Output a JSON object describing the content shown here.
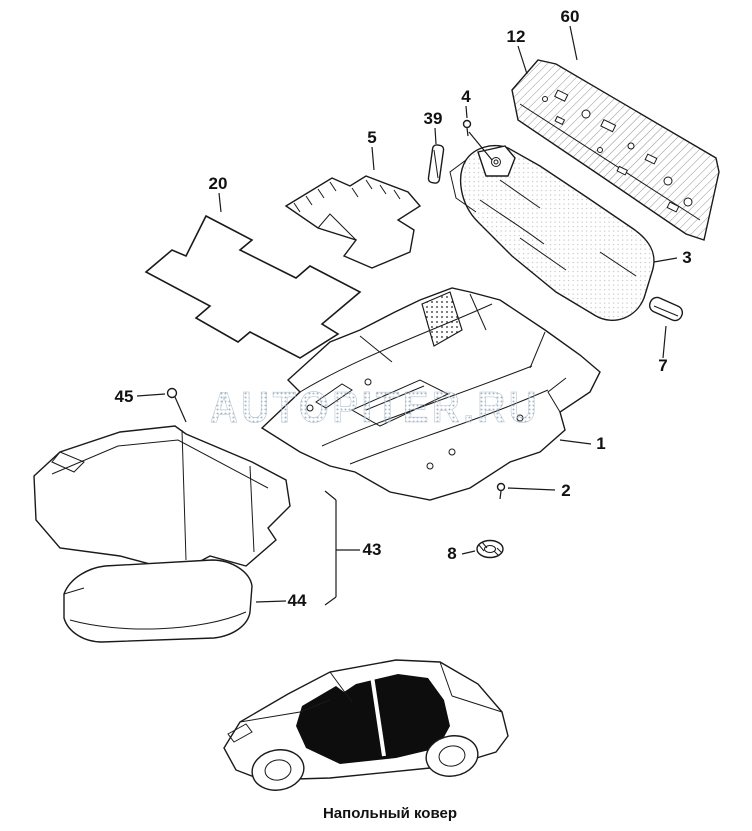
{
  "figure": {
    "watermark": "AUTOPITER.RU",
    "caption": "Напольный ковер",
    "line_color": "#1a1a1a",
    "watermark_color": "#9db0c2",
    "carpet_fill": "#0d0d0d"
  },
  "callouts": {
    "c60": "60",
    "c12": "12",
    "c4": "4",
    "c39": "39",
    "c5": "5",
    "c20": "20",
    "c3": "3",
    "c7": "7",
    "c45": "45",
    "c1": "1",
    "c2": "2",
    "c43": "43",
    "c8": "8",
    "c44": "44"
  }
}
